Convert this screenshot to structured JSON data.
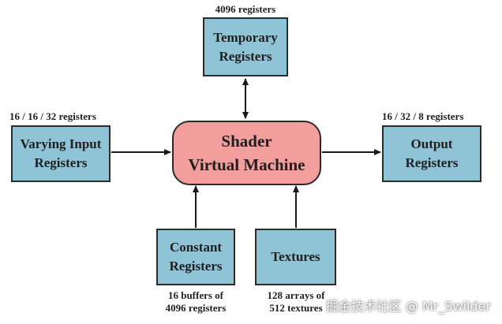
{
  "center": {
    "line1": "Shader",
    "line2": "Virtual Machine"
  },
  "temporary": {
    "caption": "4096 registers",
    "line1": "Temporary",
    "line2": "Registers"
  },
  "varying": {
    "caption": "16 / 16 / 32 registers",
    "line1": "Varying Input",
    "line2": "Registers"
  },
  "output": {
    "caption": "16 / 32 / 8 registers",
    "line1": "Output",
    "line2": "Registers"
  },
  "constant": {
    "line1": "Constant",
    "line2": "Registers",
    "caption_line1": "16 buffers of",
    "caption_line2": "4096 registers"
  },
  "textures": {
    "label": "Textures",
    "caption_line1": "128 arrays of",
    "caption_line2": "512 textures"
  },
  "watermark": "掘金技术社区 @ Mr_Swilder",
  "colors": {
    "register_box": "#8fc4d6",
    "vm_box": "#f29e9c",
    "border": "#2b2b2b",
    "arrow": "#1a1a1a"
  }
}
